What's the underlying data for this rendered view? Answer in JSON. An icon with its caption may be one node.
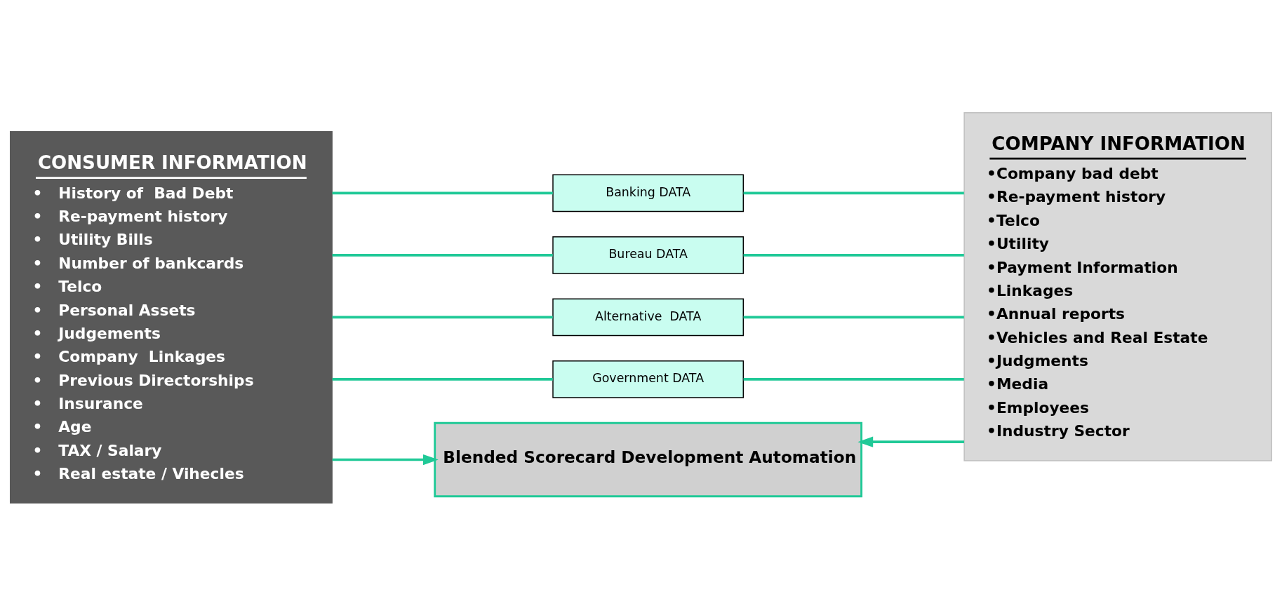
{
  "diagram": {
    "nodes": [
      {
        "text": [
          "CONSUMER INFORMATION",
          "•   History of  Bad Debt",
          "•   Re-payment history",
          "•   Utility Bills",
          "•   Number of bankcards",
          "•   Telco",
          "•   Personal Assets",
          "•   Judgements",
          "•   Company  Linkages",
          "•   Previous Directorships",
          "•   Insurance",
          "•   Age",
          "•   TAX / Salary",
          "•   Real estate / Vihecles"
        ]
      },
      {
        "text": [
          "COMPANY INFORMATION",
          "•Company bad debt",
          "•Re-payment history",
          "•Telco",
          "•Utility",
          "•Payment Information",
          "•Linkages",
          "•Annual reports",
          "•Vehicles and Real Estate",
          "•Judgments",
          "•Media",
          "•Employees",
          "•Industry Sector"
        ]
      },
      {
        "text": [
          "Banking DATA"
        ]
      },
      {
        "text": [
          "Bureau DATA"
        ]
      },
      {
        "text": [
          "Alternative  DATA"
        ]
      },
      {
        "text": [
          "Government DATA"
        ]
      },
      {
        "text": [
          "Blended Scorecard Development Automation"
        ]
      }
    ],
    "edges": [
      {
        "from": 0,
        "to": 2,
        "arrow": "none"
      },
      {
        "from": 2,
        "to": 1,
        "arrow": "none"
      },
      {
        "from": 0,
        "to": 3,
        "arrow": "none"
      },
      {
        "from": 3,
        "to": 1,
        "arrow": "none"
      },
      {
        "from": 0,
        "to": 4,
        "arrow": "none"
      },
      {
        "from": 4,
        "to": 1,
        "arrow": "none"
      },
      {
        "from": 0,
        "to": 5,
        "arrow": "none"
      },
      {
        "from": 5,
        "to": 1,
        "arrow": "none"
      },
      {
        "from": 0,
        "to": 6,
        "arrow": "to"
      },
      {
        "from": 1,
        "to": 6,
        "arrow": "to"
      }
    ]
  }
}
